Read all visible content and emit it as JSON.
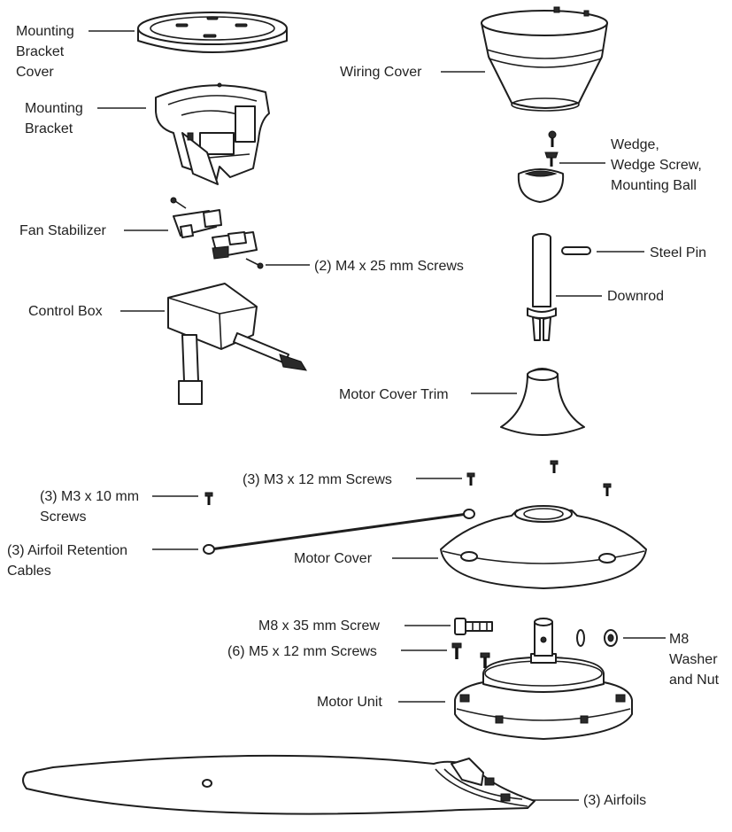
{
  "labels": {
    "mounting_bracket_cover": [
      "Mounting",
      "Bracket",
      "Cover"
    ],
    "mounting_bracket": [
      "Mounting",
      "Bracket"
    ],
    "fan_stabilizer": "Fan Stabilizer",
    "m4_screws": "(2) M4 x 25 mm Screws",
    "control_box": "Control Box",
    "wiring_cover": "Wiring Cover",
    "wedge": [
      "Wedge,",
      "Wedge Screw,",
      "Mounting Ball"
    ],
    "steel_pin": "Steel Pin",
    "downrod": "Downrod",
    "motor_cover_trim": "Motor Cover Trim",
    "m3_12_screws": "(3) M3 x 12 mm Screws",
    "m3_10_screws": [
      "(3) M3 x 10 mm",
      "Screws"
    ],
    "retention_cables": [
      "(3) Airfoil Retention",
      "Cables"
    ],
    "motor_cover": "Motor Cover",
    "m8_screw": "M8 x 35 mm Screw",
    "m5_screws": "(6) M5 x 12 mm Screws",
    "m8_washer": [
      "M8",
      "Washer",
      "and Nut"
    ],
    "motor_unit": "Motor Unit",
    "airfoils": "(3) Airfoils"
  }
}
